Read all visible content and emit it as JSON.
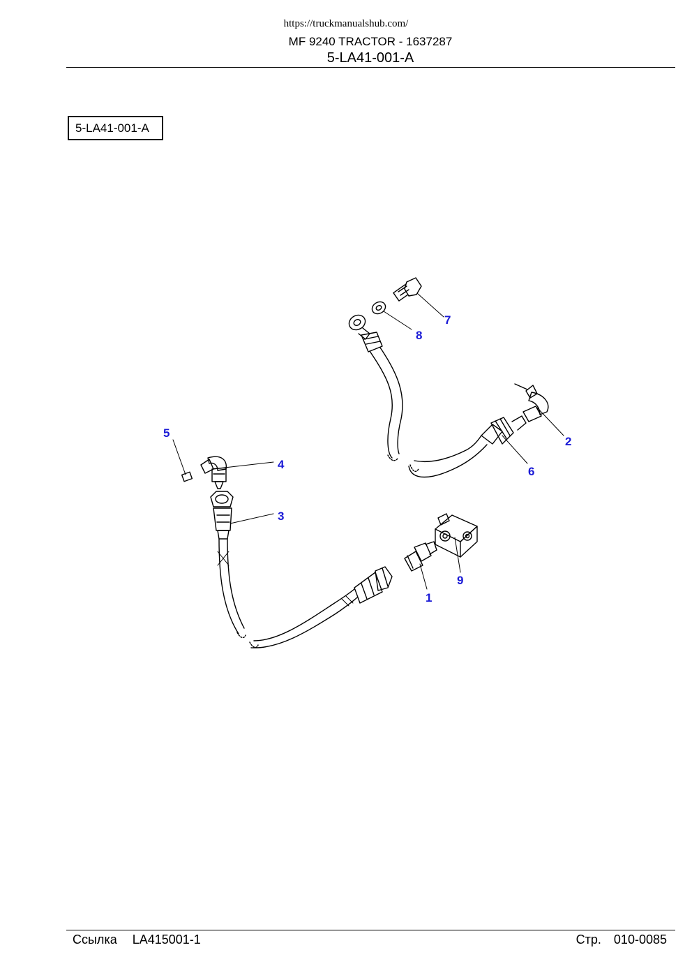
{
  "header": {
    "url": "https://truckmanualshub.com/",
    "model": "MF 9240 TRACTOR - 1637287",
    "code": "5-LA41-001-A"
  },
  "ref_box": "5-LA41-001-A",
  "callouts": [
    "1",
    "2",
    "3",
    "4",
    "5",
    "6",
    "7",
    "8",
    "9"
  ],
  "footer": {
    "ref_label": "Ссылка",
    "ref_value": "LA415001-1",
    "page_label": "Стр.",
    "page_value": "010-0085"
  },
  "colors": {
    "callout": "#1a1ad6",
    "line": "#000000"
  }
}
